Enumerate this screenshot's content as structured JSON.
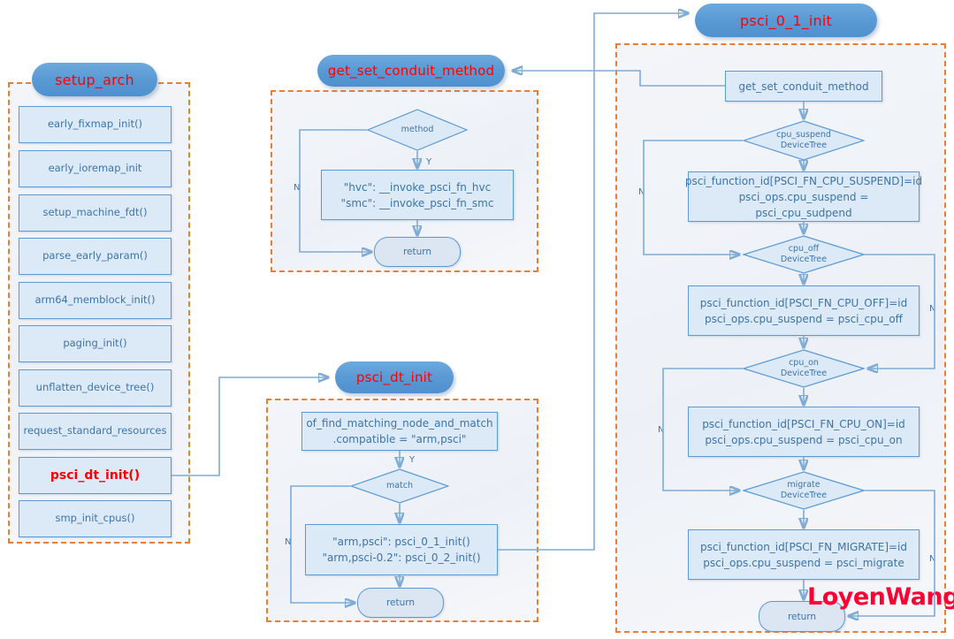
{
  "diagram": {
    "type": "flowchart",
    "watermark": "LoyenWang",
    "groups": [
      {
        "id": "setup_arch",
        "title": "setup_arch",
        "steps": [
          "early_fixmap_init()",
          "early_ioremap_init",
          "setup_machine_fdt()",
          "parse_early_param()",
          "arm64_memblock_init()",
          "paging_init()",
          "unflatten_device_tree()",
          "request_standard_resources",
          "psci_dt_init()",
          "smp_init_cpus()"
        ],
        "highlight_step": "psci_dt_init()"
      },
      {
        "id": "get_set_conduit_method",
        "title": "get_set_conduit_method",
        "decision": "method",
        "yes_label": "Y",
        "no_label": "N",
        "action_line1": "\"hvc\": __invoke_psci_fn_hvc",
        "action_line2": "\"smc\": __invoke_psci_fn_smc",
        "terminator": "return"
      },
      {
        "id": "psci_dt_init",
        "title": "psci_dt_init",
        "step_line1": "of_find_matching_node_and_match",
        "step_line2": ".compatible = \"arm,psci\"",
        "yes_label": "Y",
        "no_label": "N",
        "decision": "match",
        "action_line1": "\"arm,psci\": psci_0_1_init()",
        "action_line2": "\"arm,psci-0.2\": psci_0_2_init()",
        "terminator": "return"
      },
      {
        "id": "psci_0_1_init",
        "title": "psci_0_1_init",
        "first_step": "get_set_conduit_method",
        "terminator": "return",
        "stages": [
          {
            "decision_line1": "cpu_suspend",
            "decision_line2": "DeviceTree",
            "no_label": "N",
            "action_line1": "psci_function_id[PSCI_FN_CPU_SUSPEND]=id",
            "action_line2": "psci_ops.cpu_suspend = psci_cpu_sudpend"
          },
          {
            "decision_line1": "cpu_off",
            "decision_line2": "DeviceTree",
            "no_label": "N",
            "action_line1": "psci_function_id[PSCI_FN_CPU_OFF]=id",
            "action_line2": "psci_ops.cpu_suspend = psci_cpu_off"
          },
          {
            "decision_line1": "cpu_on",
            "decision_line2": "DeviceTree",
            "no_label": "N",
            "action_line1": "psci_function_id[PSCI_FN_CPU_ON]=id",
            "action_line2": "psci_ops.cpu_suspend = psci_cpu_on"
          },
          {
            "decision_line1": "migrate",
            "decision_line2": "DeviceTree",
            "no_label": "N",
            "action_line1": "psci_function_id[PSCI_FN_MIGRATE]=id",
            "action_line2": "psci_ops.cpu_suspend = psci_migrate"
          }
        ]
      }
    ],
    "colors": {
      "pill_fill": "#5B9BD5",
      "pill_text": "#FF0000",
      "box_fill": "#DCE9F6",
      "box_border": "#5B9BD5",
      "box_text": "#3D74A8",
      "group_border": "#ED7D31",
      "group_fill": "#F0F2F6",
      "connector": "#7FABD6",
      "watermark": "#FF0033"
    }
  }
}
